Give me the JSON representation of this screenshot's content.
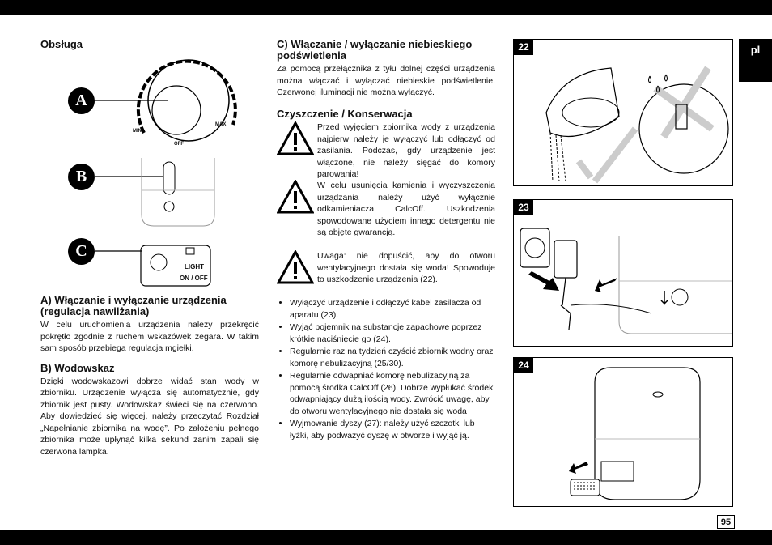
{
  "lang": "pl",
  "page_number": "95",
  "left": {
    "heading": "Obsługa",
    "labels": {
      "a": "A",
      "b": "B",
      "c": "C"
    },
    "dial": {
      "min": "MIN",
      "off": "OFF",
      "max": "MAX"
    },
    "switch": {
      "light": "LIGHT",
      "onoff": "ON / OFF"
    },
    "section_a_title": "A) Włączanie i wyłączanie urządzenia (regulacja nawilżania)",
    "section_a_text": "W celu uruchomienia urządzenia należy przekręcić pokrętło zgodnie z ruchem wskazówek zegara. W takim sam sposób przebiega regulacja mgiełki.",
    "section_b_title": "B) Wodowskaz",
    "section_b_text": "Dzięki wodowskazowi dobrze widać stan wody w zbiorniku. Urządzenie wyłącza się automatycznie, gdy zbiornik jest pusty. Wodowskaz świeci się na czerwono. Aby dowiedzieć się więcej, należy przeczytać Rozdział „Napełnianie zbiornika na wodę”. Po założeniu pełnego zbiornika może upłynąć kilka sekund zanim zapali się czerwona lampka."
  },
  "middle": {
    "section_c_title": "C) Włączanie / wyłączanie niebieskiego podświetlenia",
    "section_c_text": "Za pomocą przełącznika z tyłu dolnej części urządzenia można włączać i wyłączać niebieskie podświetlenie. Czerwonej iluminacji nie można wyłączyć.",
    "clean_title": "Czyszczenie / Konserwacja",
    "warning1": "Przed wyjęciem zbiornika wody z urządzenia najpierw należy je wyłączyć lub odłączyć od zasilania. Podczas, gdy urządzenie jest włączone, nie należy sięgać do komory parowania!",
    "warning2": "W celu usunięcia kamienia i wyczyszczenia urządzania należy użyć wyłącznie odkamieniacza CalcOff. Uszkodzenia spowodowane użyciem innego detergentu nie są objęte gwarancją.",
    "warning3": "Uwaga: nie dopuścić, aby do otworu wentylacyjnego dostała się woda! Spowoduje to uszkodzenie urządzenia (22).",
    "bullets": [
      "Wyłączyć urządzenie i odłączyć kabel zasilacza od aparatu (23).",
      "Wyjąć pojemnik na substancje zapachowe poprzez krótkie naciśnięcie go (24).",
      "Regularnie raz na tydzień czyścić zbiornik wodny oraz komorę nebulizacyjną (25/30).",
      "Regularnie odwapniać komorę nebulizacyjną za pomocą środka CalcOff (26). Dobrze wypłukać środek odwapniający dużą ilością wody. Zwrócić uwagę, aby do otworu wentylacyjnego nie dostała się woda",
      "Wyjmowanie dyszy (27): należy użyć szczotki lub łyżki, aby podważyć dyszę w otworze i wyjąć ją."
    ]
  },
  "figures": {
    "f22": "22",
    "f23": "23",
    "f24": "24"
  }
}
